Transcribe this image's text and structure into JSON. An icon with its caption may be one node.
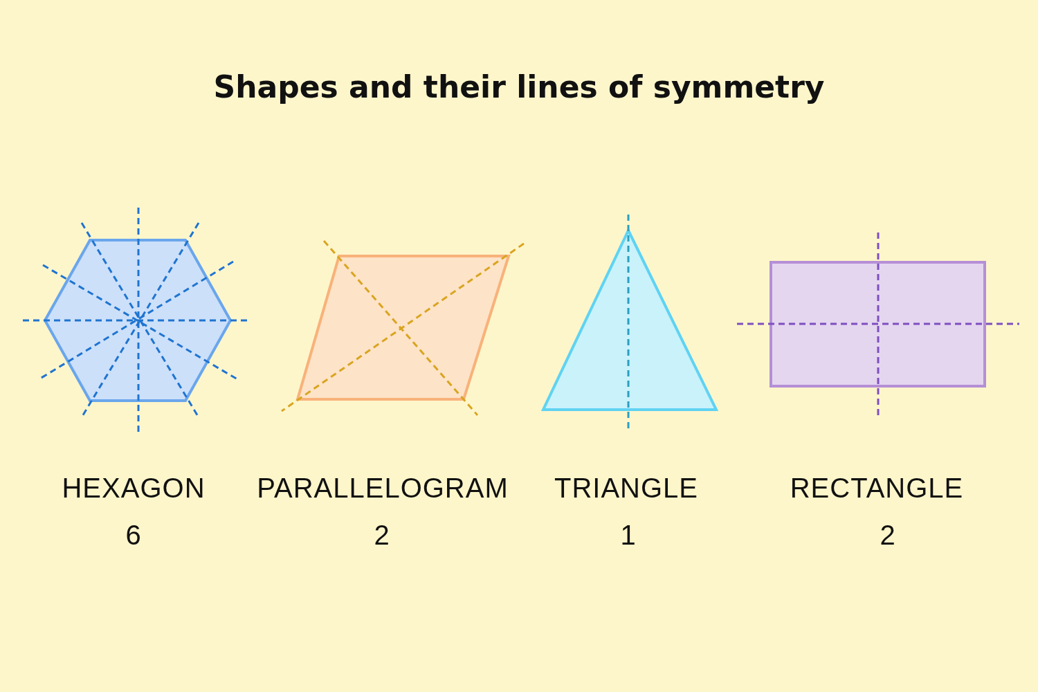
{
  "diagram": {
    "title": "Shapes and their lines of symmetry",
    "labels": [
      "HEXAGON",
      "PARALLELOGRAM",
      "TRIANGLE",
      "RECTANGLE",
      "6",
      "2",
      "1",
      "2"
    ]
  }
}
